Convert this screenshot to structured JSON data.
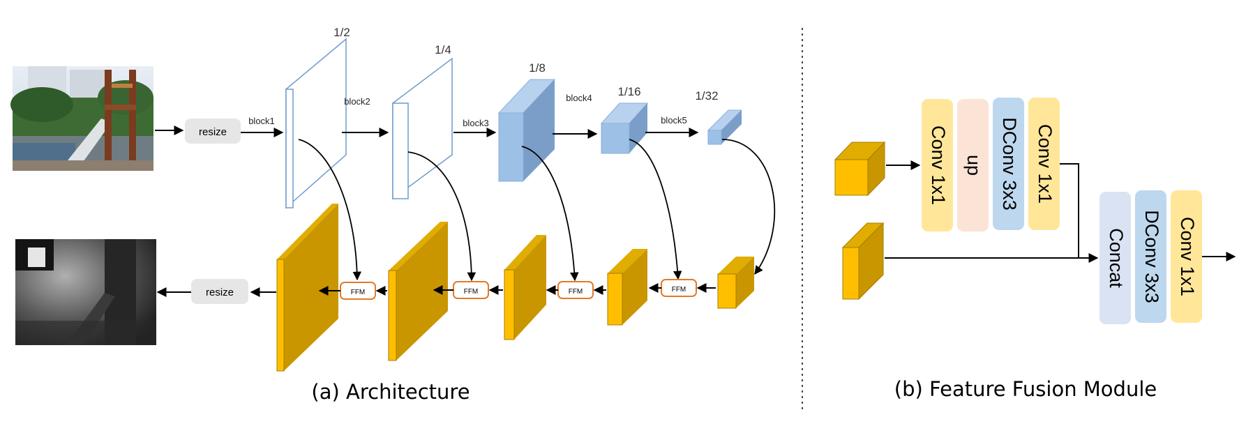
{
  "architecture": {
    "caption": "(a) Architecture",
    "scales": [
      "1/2",
      "1/4",
      "1/8",
      "1/16",
      "1/32"
    ],
    "blocks": [
      "block1",
      "block2",
      "block3",
      "block4",
      "block5"
    ],
    "resize_in": "resize",
    "resize_out": "resize",
    "ffm": [
      "FFM",
      "FFM",
      "FFM",
      "FFM"
    ]
  },
  "ffm_module": {
    "caption": "(b) Feature Fusion Module",
    "upper": [
      "Conv 1x1",
      "up",
      "DConv 3x3",
      "Conv 1x1"
    ],
    "lower": [
      "Concat",
      "DConv 3x3",
      "Conv 1x1"
    ]
  },
  "colors": {
    "blue_face": "#9dc0e6",
    "blue_side": "#7a9ec8",
    "gold_face": "#ffbf00",
    "gold_side": "#c99600",
    "ffm_border": "#e07a2a",
    "pill_yellow": "#ffe699",
    "pill_peach": "#fbe3d6",
    "pill_blue": "#bdd7ee",
    "pill_gray": "#dae3f3"
  }
}
